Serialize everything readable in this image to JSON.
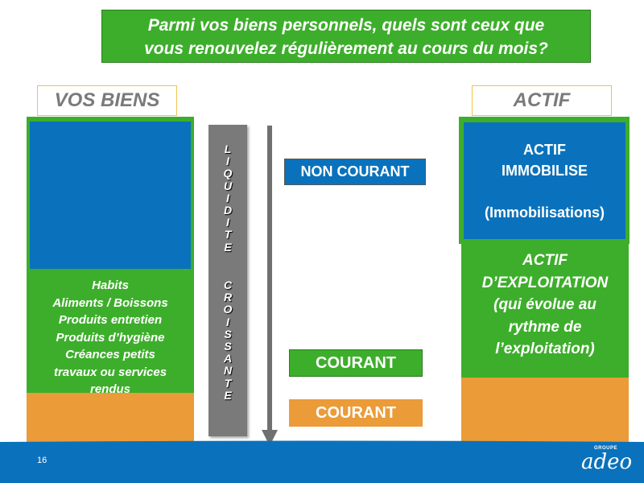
{
  "question": {
    "line1": "Parmi vos biens personnels, quels sont ceux que",
    "line2": "vous renouvelez régulièrement au cours du mois?"
  },
  "left": {
    "header": "VOS BIENS",
    "items": [
      "Habits",
      "Aliments / Boissons",
      "Produits entretien",
      "Produits d’hygiène",
      "Créances petits",
      "travaux ou services",
      "rendus"
    ]
  },
  "liquidity": {
    "word1": [
      "L",
      "I",
      "Q",
      "U",
      "I",
      "D",
      "I",
      "T",
      "E"
    ],
    "word2": [
      "C",
      "R",
      "O",
      "I",
      "S",
      "S",
      "A",
      "N",
      "T",
      "E"
    ]
  },
  "middle": {
    "non_courant": "NON COURANT",
    "courant_green": "COURANT",
    "courant_orange": "COURANT"
  },
  "right": {
    "header": "ACTIF",
    "blue_lines": [
      "ACTIF",
      "IMMOBILISE",
      "",
      "(Immobilisations)"
    ],
    "green_lines": [
      "ACTIF",
      "D’EXPLOITATION",
      "(qui évolue au",
      "rythme de",
      "l’exploitation)"
    ]
  },
  "footer": {
    "page_number": "16",
    "logo_small": "GROUPE",
    "logo_main": "adeo"
  },
  "colors": {
    "green": "#3dae2b",
    "blue": "#0a72bc",
    "orange": "#eb9b38",
    "gray": "#7a7a7a"
  }
}
